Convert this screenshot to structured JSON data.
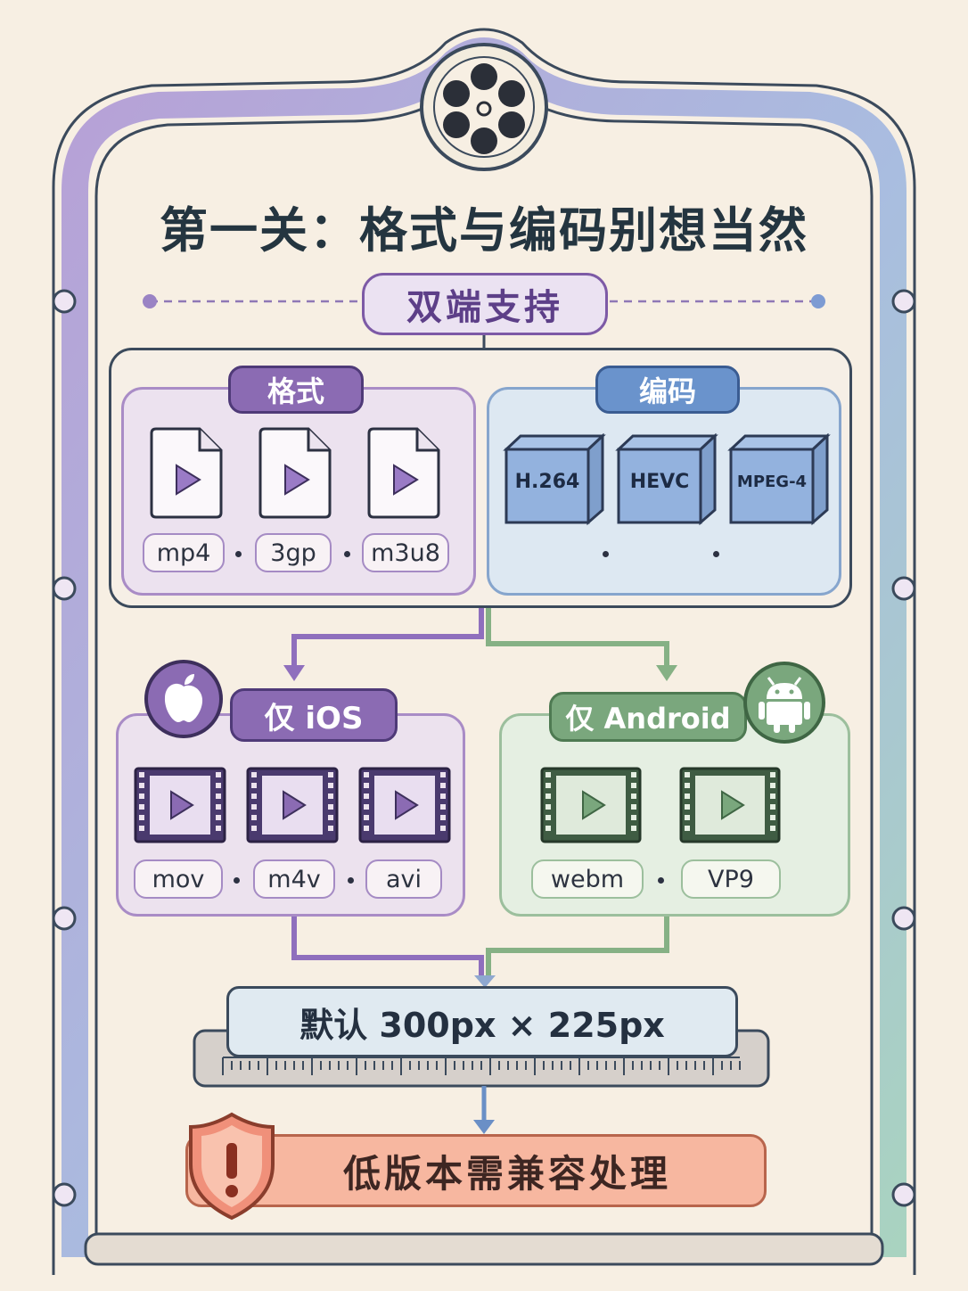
{
  "title": "第一关：格式与编码别想当然",
  "main_label": "双端支持",
  "formats": {
    "header": "格式",
    "items": [
      "mp4",
      "3gp",
      "m3u8"
    ]
  },
  "codecs": {
    "header": "编码",
    "items": [
      "H.264",
      "HEVC",
      "MPEG-4"
    ]
  },
  "ios": {
    "header": "仅 iOS",
    "items": [
      "mov",
      "m4v",
      "avi"
    ]
  },
  "android": {
    "header": "仅 Android",
    "items": [
      "webm",
      "VP9"
    ]
  },
  "default_size": "默认 300px × 225px",
  "warning": "低版本需兼容处理",
  "icons": {
    "top": "film-reel-icon",
    "ios": "apple-icon",
    "android": "android-icon",
    "warning": "warning-shield-icon"
  },
  "colors": {
    "purple": "#8b6bb3",
    "blue": "#6a93cc",
    "green": "#7aa77d",
    "warning": "#f7b7a0"
  }
}
